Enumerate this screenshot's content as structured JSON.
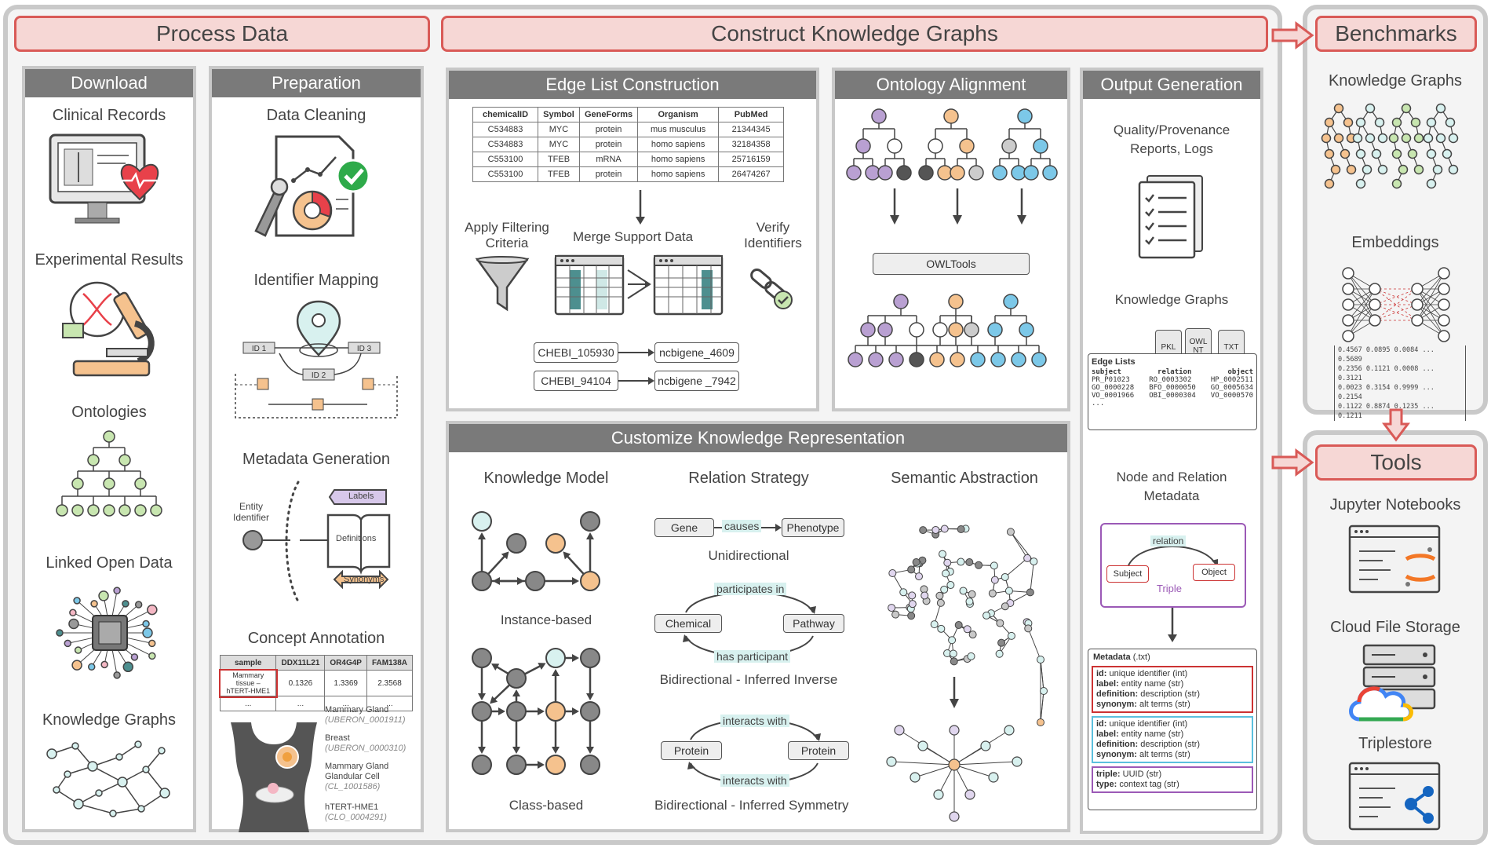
{
  "colors": {
    "pink_fill": "#f6d7d5",
    "pink_border": "#d95a57",
    "header_gray": "#7a7a7a",
    "purple": "#b9a0d2",
    "orange": "#f5c28e",
    "blue": "#7cc8e8",
    "green": "#c8e6b0",
    "teal": "#d8f1ef"
  },
  "sections": {
    "process_data": "Process Data",
    "construct_kg": "Construct Knowledge Graphs",
    "benchmarks": "Benchmarks",
    "tools": "Tools"
  },
  "download": {
    "title": "Download",
    "items": [
      "Clinical Records",
      "Experimental Results",
      "Ontologies",
      "Linked Open Data",
      "Knowledge Graphs"
    ]
  },
  "preparation": {
    "title": "Preparation",
    "items": [
      "Data Cleaning",
      "Identifier Mapping",
      "Metadata Generation",
      "Concept Annotation"
    ],
    "id_labels": [
      "ID 1",
      "ID 2",
      "ID 3"
    ],
    "entity_identifier": "Entity Identifier",
    "labels": "Labels",
    "definitions": "Definitions",
    "synonyms": "Synonyms",
    "annotation_table": {
      "headers": [
        "sample",
        "DDX11L21",
        "OR4G4P",
        "FAM138A"
      ],
      "row": [
        "Mammary tissue – hTERT-HME1",
        "0.1326",
        "1.3369",
        "2.3568"
      ],
      "ellipsis": [
        "...",
        "...",
        "...",
        "..."
      ]
    },
    "anatomy": [
      {
        "name": "Mammary Gland",
        "id": "(UBERON_0001911)"
      },
      {
        "name": "Breast",
        "id": "(UBERON_0000310)"
      },
      {
        "name": "Mammary Gland Glandular Cell",
        "id": "(CL_1001586)"
      },
      {
        "name": "hTERT-HME1",
        "id": "(CLO_0004291)"
      }
    ]
  },
  "edge_list": {
    "title": "Edge List Construction",
    "table": {
      "headers": [
        "chemicalID",
        "Symbol",
        "GeneForms",
        "Organism",
        "PubMed"
      ],
      "rows": [
        [
          "C534883",
          "MYC",
          "protein",
          "mus musculus",
          "21344345"
        ],
        [
          "C534883",
          "MYC",
          "protein",
          "homo sapiens",
          "32184358"
        ],
        [
          "C553100",
          "TFEB",
          "mRNA",
          "homo sapiens",
          "25716159"
        ],
        [
          "C553100",
          "TFEB",
          "protein",
          "homo sapiens",
          "26474267"
        ]
      ]
    },
    "apply_filtering": "Apply Filtering Criteria",
    "merge_support": "Merge Support Data",
    "verify_identifiers": "Verify Identifiers",
    "pairs": [
      [
        "CHEBI_105930",
        "ncbigene_4609"
      ],
      [
        "CHEBI_94104",
        "ncbigene _7942"
      ]
    ]
  },
  "ontology_alignment": {
    "title": "Ontology Alignment",
    "tool": "OWLTools"
  },
  "output_generation": {
    "title": "Output Generation",
    "quality": "Quality/Provenance Reports, Logs",
    "kg": "Knowledge Graphs",
    "file_tabs": [
      "PKL",
      "OWL NT",
      "TXT"
    ],
    "edge_lists_title": "Edge Lists",
    "edge_lists_headers": [
      "subject",
      "relation",
      "object"
    ],
    "edge_lists_rows": [
      [
        "PR_P01023",
        "RO_0003302",
        "HP_0002511"
      ],
      [
        "GO_0000228",
        "BFO_0000050",
        "GO_0005634"
      ],
      [
        "VO_0001966",
        "OBI_0000304",
        "VO_0000570"
      ]
    ],
    "edge_lists_more": "...",
    "node_meta": "Node and Relation Metadata",
    "triple_relation": "relation",
    "triple_subject": "Subject",
    "triple_object": "Object",
    "triple_label": "Triple",
    "metadata_title": "Metadata",
    "metadata_ext": "(.txt)",
    "meta_block1": [
      [
        "id:",
        "unique identifier (int)"
      ],
      [
        "label:",
        "entity name (str)"
      ],
      [
        "definition:",
        "description (str)"
      ],
      [
        "synonym:",
        "alt terms (str)"
      ]
    ],
    "meta_block2": [
      [
        "id:",
        "unique identifier (int)"
      ],
      [
        "label:",
        "entity name (str)"
      ],
      [
        "definition:",
        "description (str)"
      ],
      [
        "synonym:",
        "alt terms (str)"
      ]
    ],
    "meta_block3": [
      [
        "triple:",
        "UUID (str)"
      ],
      [
        "type:",
        "context tag (str)"
      ]
    ]
  },
  "customize": {
    "title": "Customize Knowledge Representation",
    "knowledge_model": "Knowledge Model",
    "instance_based": "Instance-based",
    "class_based": "Class-based",
    "relation_strategy": "Relation Strategy",
    "unidirectional": "Unidirectional",
    "bidirectional_inverse": "Bidirectional - Inferred Inverse",
    "bidirectional_symmetry": "Bidirectional - Inferred Symmetry",
    "gene": "Gene",
    "causes": "causes",
    "phenotype": "Phenotype",
    "chemical": "Chemical",
    "pathway": "Pathway",
    "participates_in": "participates in",
    "has_participant": "has participant",
    "protein": "Protein",
    "interacts_with": "interacts with",
    "semantic_abstraction": "Semantic Abstraction"
  },
  "benchmarks": {
    "items": [
      "Knowledge Graphs",
      "Embeddings"
    ],
    "matrix": [
      "0.4567 0.0895 0.0084 ... 0.5689",
      "0.2356 0.1121 0.0008 ... 0.3121",
      "0.0023 0.3154 0.9999 ... 0.2154",
      "0.1122 0.8874 0.1235 ... 0.1211"
    ]
  },
  "tools": {
    "items": [
      "Jupyter Notebooks",
      "Cloud File Storage",
      "Triplestore"
    ]
  }
}
